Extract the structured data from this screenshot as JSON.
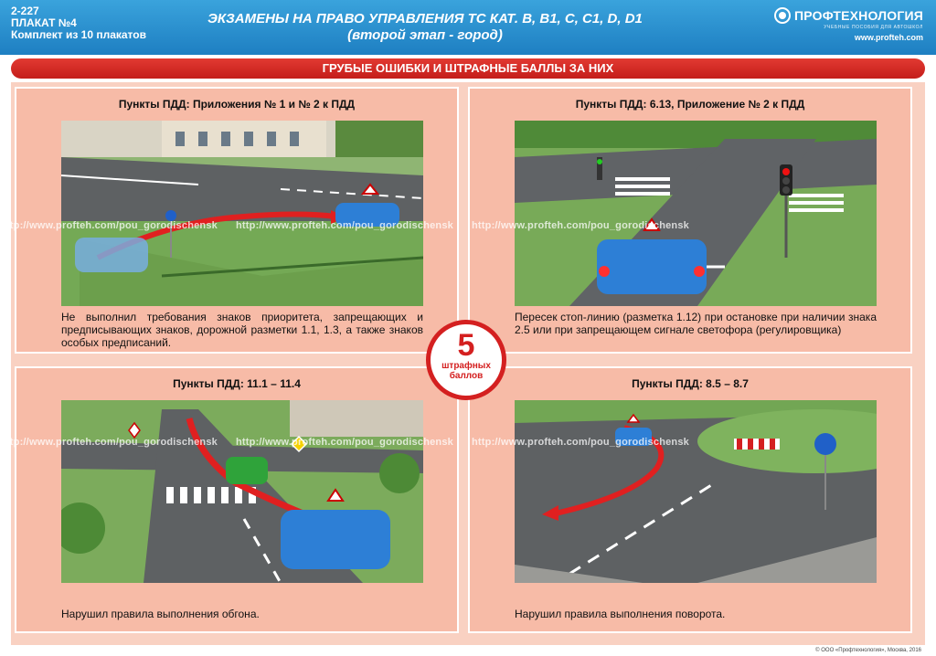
{
  "header": {
    "code": "2-227",
    "poster": "ПЛАКАТ №4",
    "set": "Комплект из 10 плакатов",
    "title_line1": "ЭКЗАМЕНЫ НА ПРАВО УПРАВЛЕНИЯ ТС КАТ. B, B1, C, C1, D, D1",
    "title_line2": "(второй этап - город)",
    "brand_name": "ПРОФТЕХНОЛОГИЯ",
    "brand_sub": "УЧЕБНЫЕ ПОСОБИЯ ДЛЯ АВТОШКОЛ",
    "brand_url": "www.profteh.com"
  },
  "banner": "ГРУБЫЕ ОШИБКИ И ШТРАФНЫЕ БАЛЛЫ ЗА НИХ",
  "badge": {
    "number": "5",
    "line1": "штрафных",
    "line2": "баллов"
  },
  "watermark": "http://www.profteh.com/pou_gorodischensk",
  "cards": [
    {
      "title": "Пункты ПДД: Приложения № 1 и  № 2 к ПДД",
      "text": "Не выполнил требования знаков приоритета, запрещающих и предписывающих знаков, дорожной разметки 1.1, 1.3, а также знаков особых предписаний."
    },
    {
      "title": "Пункты ПДД: 6.13, Приложение  № 2 к ПДД",
      "text": "Пересек стоп-линию (разметка 1.12) при остановке при наличии знака 2.5 или при запрещающем сигнале светофора (регулировщика)"
    },
    {
      "title": "Пункты ПДД: 11.1 – 11.4",
      "text": "Нарушил правила выполнения обгона."
    },
    {
      "title": "Пункты ПДД: 8.5 – 8.7",
      "text": "Нарушил правила выполнения поворота."
    }
  ],
  "footer": "© ООО «Профтехнология», Москва, 2016",
  "colors": {
    "header_blue": "#2a8fd0",
    "banner_red": "#d42a25",
    "card_bg": "#f7bba7",
    "frame_bg": "#f9d1c2"
  }
}
